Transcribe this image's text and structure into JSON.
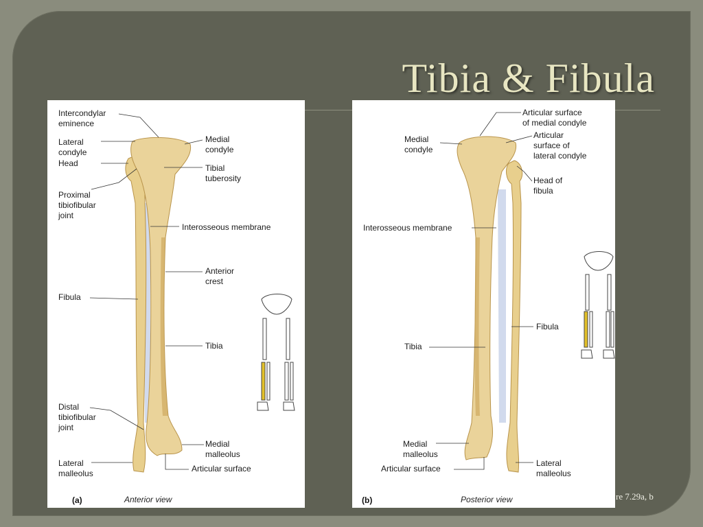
{
  "slide": {
    "title": "Tibia & Fibula",
    "figure_ref": "re 7.29a, b"
  },
  "colors": {
    "background": "#8a8c7d",
    "panel": "#5f6154",
    "title": "#e8e6c2",
    "bone": "#e8cf8d",
    "bone_shadow": "#c9a457",
    "membrane": "#c9d3ea",
    "highlight_bone": "#e2c02a"
  },
  "panel_a": {
    "letter": "(a)",
    "view": "Anterior view",
    "labels": {
      "intercondylar": "Intercondylar\neminence",
      "lateral_condyle": "Lateral\ncondyle",
      "head": "Head",
      "proximal_joint": "Proximal\ntibiofibular\njoint",
      "fibula": "Fibula",
      "distal_joint": "Distal\ntibiofibular\njoint",
      "lateral_malleolus": "Lateral\nmalleolus",
      "medial_condyle": "Medial\ncondyle",
      "tibial_tuberosity": "Tibial\ntuberosity",
      "interosseous": "Interosseous membrane",
      "anterior_crest": "Anterior\ncrest",
      "tibia": "Tibia",
      "medial_malleolus": "Medial\nmalleolus",
      "articular_surface": "Articular surface"
    }
  },
  "panel_b": {
    "letter": "(b)",
    "view": "Posterior view",
    "labels": {
      "articular_medial": "Articular surface\nof medial condyle",
      "medial_condyle": "Medial\ncondyle",
      "articular_lateral": "Articular\nsurface of\nlateral condyle",
      "head_fibula": "Head of\nfibula",
      "interosseous": "Interosseous membrane",
      "fibula": "Fibula",
      "tibia": "Tibia",
      "medial_malleolus": "Medial\nmalleolus",
      "articular_surface": "Articular surface",
      "lateral_malleolus": "Lateral\nmalleolus"
    }
  }
}
